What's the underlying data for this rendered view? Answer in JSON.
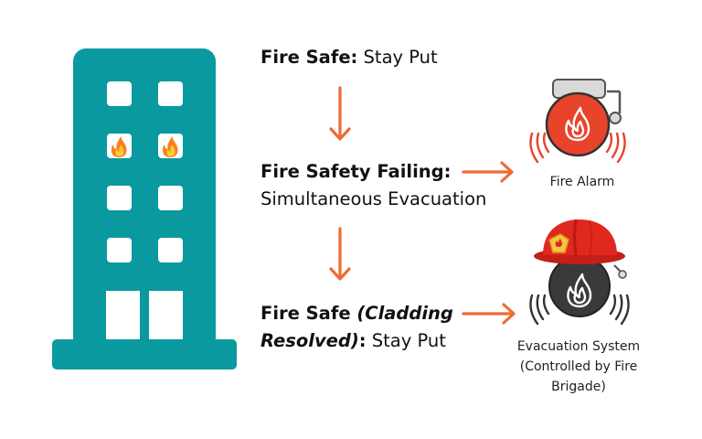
{
  "colors": {
    "building": "#0b99a0",
    "window": "#ffffff",
    "arrow": "#ee6b33",
    "alarm_red": "#e8432b",
    "alarm_bell_gray": "#d9d9d9",
    "siren_dark": "#3a3a3a",
    "helmet_red": "#d9271e",
    "helmet_badge": "#f4c542",
    "flame_orange": "#f5821f",
    "flame_yellow": "#ffcc33"
  },
  "steps": [
    {
      "bold": "Fire Safe:",
      "normal": " Stay Put"
    },
    {
      "bold": "Fire Safety Failing:",
      "normal": "Simultaneous Evacuation"
    },
    {
      "bold": "Fire Safe ",
      "bold_italic": "(Cladding Resolved)",
      "bold_after": ":",
      "normal": " Stay Put"
    }
  ],
  "outcomes": {
    "alarm_label": "Fire Alarm",
    "evacuation_label": [
      "Evacuation System",
      "(Controlled by Fire",
      "Brigade)"
    ]
  },
  "icons": {
    "building": "building-icon",
    "window_fire": "flame-icon",
    "alarm": "fire-alarm-bell-icon",
    "siren": "fire-siren-icon",
    "helmet": "firefighter-helmet-icon"
  }
}
